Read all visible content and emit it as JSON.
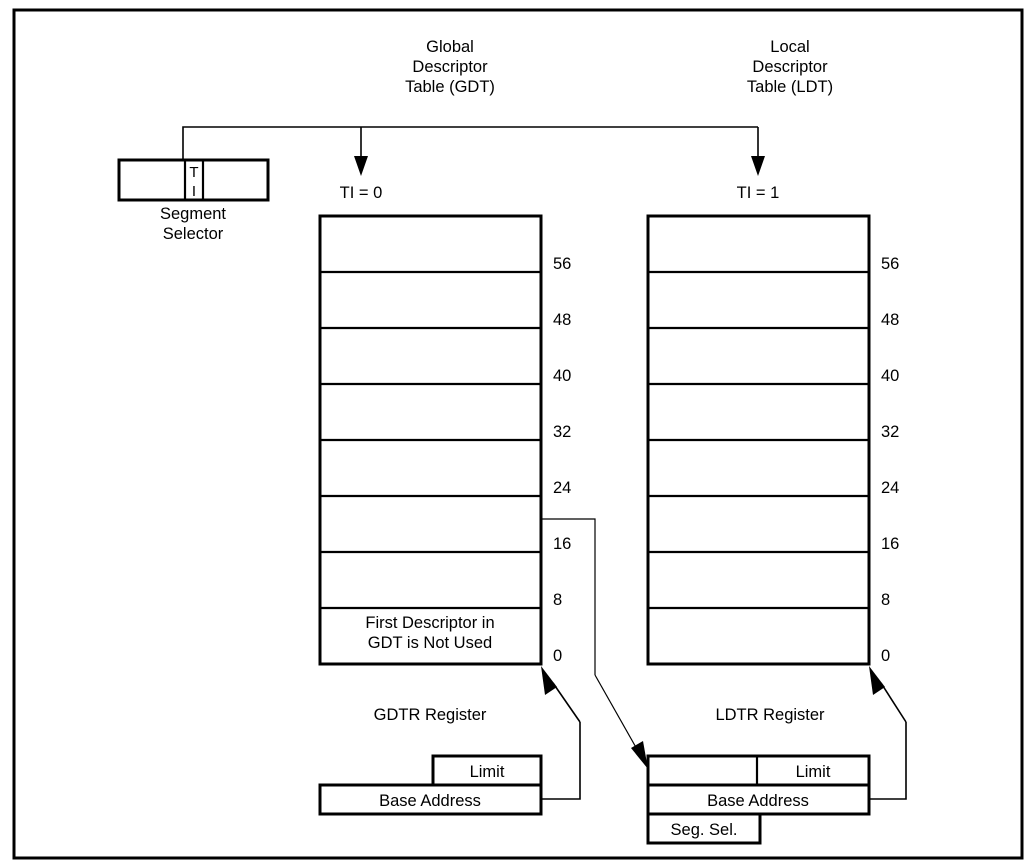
{
  "figure": {
    "title_gdt": [
      "Global",
      "Descriptor",
      "Table (GDT)"
    ],
    "title_ldt": [
      "Local",
      "Descriptor",
      "Table (LDT)"
    ],
    "ti_gdt": "TI = 0",
    "ti_ldt": "TI = 1",
    "selector": {
      "caption": [
        "Segment",
        "Selector"
      ],
      "bit_t": "T",
      "bit_i": "I"
    },
    "gdt_table": {
      "offsets": [
        "56",
        "48",
        "40",
        "32",
        "24",
        "16",
        "8",
        "0"
      ],
      "first_entry_note": [
        "First Descriptor in",
        "GDT is Not Used"
      ],
      "rows": 8
    },
    "ldt_table": {
      "offsets": [
        "56",
        "48",
        "40",
        "32",
        "24",
        "16",
        "8",
        "0"
      ],
      "rows": 8
    },
    "gdtr": {
      "caption": "GDTR Register",
      "limit": "Limit",
      "base": "Base Address"
    },
    "ldtr": {
      "caption": "LDTR Register",
      "limit": "Limit",
      "base": "Base Address",
      "segsel": "Seg. Sel."
    },
    "colors": {
      "stroke": "#000000",
      "background": "#ffffff"
    }
  }
}
